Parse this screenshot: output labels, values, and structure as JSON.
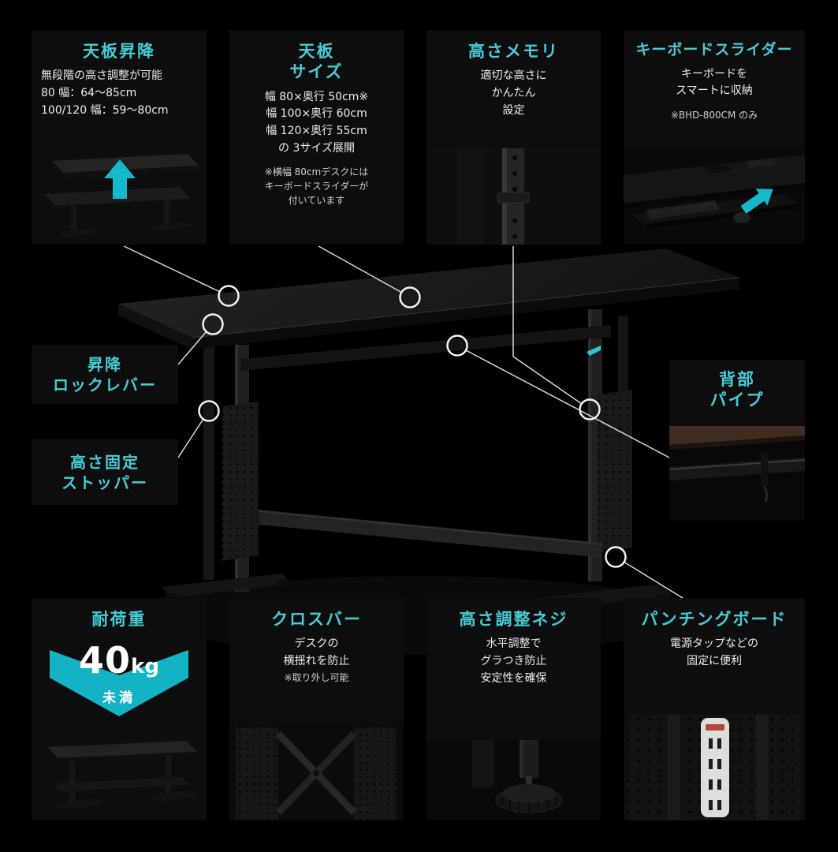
{
  "colors": {
    "accent_cyan": "#46ccd6",
    "arrow_cyan": "#16b8cb",
    "background": "#000000",
    "panel": "#0d0d0d"
  },
  "features": {
    "lift": {
      "title": "天板昇降",
      "line1": "無段階の高さ調整が可能",
      "line2": "80 幅：64〜85cm",
      "line3": "100/120 幅：59〜80cm"
    },
    "size": {
      "title1": "天板",
      "title2": "サイズ",
      "line1": "幅 80×奥行 50cm※",
      "line2": "幅 100×奥行 60cm",
      "line3": "幅 120×奥行 55cm",
      "line4": "の 3サイズ展開",
      "note1": "※横幅 80cmデスクには",
      "note2": "キーボードスライダーが",
      "note3": "付いています"
    },
    "memory": {
      "title": "高さメモリ",
      "line1": "適切な高さに",
      "line2": "かんたん",
      "line3": "設定"
    },
    "slider": {
      "title": "キーボードスライダー",
      "line1": "キーボードを",
      "line2": "スマートに収納",
      "note": "※BHD-800CM のみ"
    },
    "lock_lever": {
      "title1": "昇降",
      "title2": "ロックレバー"
    },
    "stopper": {
      "title1": "高さ固定",
      "title2": "ストッパー"
    },
    "back_pipe": {
      "title1": "背部",
      "title2": "パイプ"
    },
    "load": {
      "title": "耐荷重",
      "value": "40",
      "unit": "kg",
      "suffix": "未満"
    },
    "crossbar": {
      "title": "クロスバー",
      "line1": "デスクの",
      "line2": "横揺れを防止",
      "note": "※取り外し可能"
    },
    "screw": {
      "title": "高さ調整ネジ",
      "line1": "水平調整で",
      "line2": "グラつき防止",
      "line3": "安定性を確保"
    },
    "punching": {
      "title": "パンチングボード",
      "line1": "電源タップなどの",
      "line2": "固定に便利"
    }
  }
}
